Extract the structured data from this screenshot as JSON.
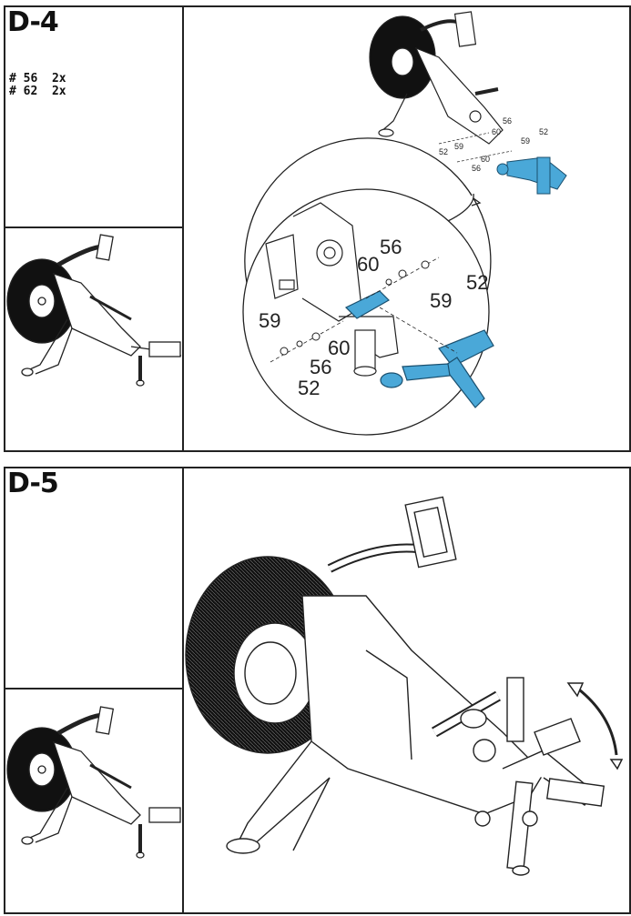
{
  "steps": [
    {
      "id": "D-4",
      "title": "D-4",
      "parts": [
        {
          "num": "# 56",
          "qty": "2x"
        },
        {
          "num": "# 62",
          "qty": "2x"
        }
      ],
      "callouts_top": [
        "56",
        "52",
        "60",
        "59",
        "52",
        "59",
        "60",
        "56"
      ],
      "callouts_zoom": [
        "56",
        "60",
        "52",
        "59",
        "59",
        "60",
        "56",
        "52"
      ]
    },
    {
      "id": "D-5",
      "title": "D-5"
    }
  ],
  "colors": {
    "highlight": "#4aa8d8",
    "line": "#222222",
    "flywheel": "#111111"
  }
}
